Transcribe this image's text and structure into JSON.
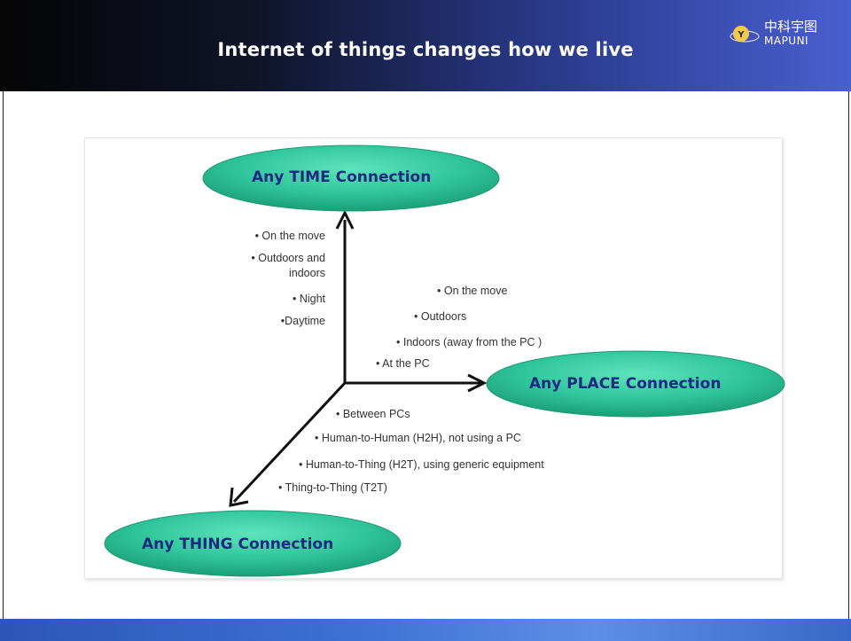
{
  "slide": {
    "title": "Internet of things changes how we live",
    "logo": {
      "cn": "中科宇图",
      "en": "MAPUNI"
    }
  },
  "diagram": {
    "nodes": {
      "time": "Any TIME Connection",
      "place": "Any PLACE Connection",
      "thing": "Any THING Connection"
    },
    "time_items": [
      "• On the move",
      "• Outdoors and",
      "indoors",
      "• Night",
      "•Daytime"
    ],
    "place_items": [
      "• On the move",
      "• Outdoors",
      "• Indoors (away from the PC )",
      "• At the PC"
    ],
    "thing_items": [
      "• Between PCs",
      "• Human-to-Human (H2H), not using a PC",
      "• Human-to-Thing (H2T), using generic equipment",
      "• Thing-to-Thing (T2T)"
    ]
  },
  "colors": {
    "node_fill": "#2ec49a",
    "node_text": "#1a2a80",
    "arrow": "#111111"
  }
}
